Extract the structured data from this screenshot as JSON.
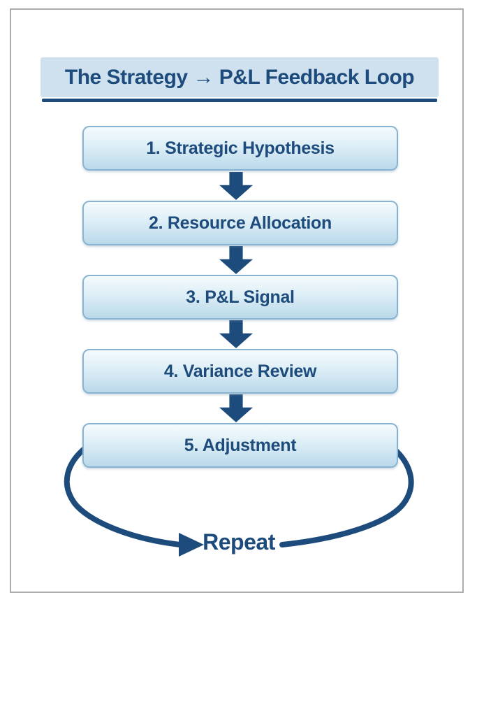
{
  "header": {
    "title": "The Strategy → P&L Feedback Loop"
  },
  "steps": [
    "1. Strategic Hypothesis",
    "2. Resource Allocation",
    "3. P&L Signal",
    "4. Variance Review",
    "5. Adjustment"
  ],
  "loop": {
    "repeat_label": "Repeat"
  },
  "colors": {
    "navy": "#1d4b7c",
    "banner_bg": "#cfe1ee",
    "box_border": "#88b3d2",
    "box_top": "#f5fbfd",
    "box_bottom": "#bad9ea",
    "frame_border": "#adadad"
  }
}
